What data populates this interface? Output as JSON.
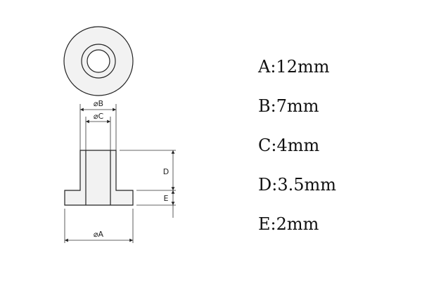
{
  "diagram": {
    "labels": {
      "dim_b": "⌀B",
      "dim_c": "⌀C",
      "dim_d": "D",
      "dim_e": "E",
      "dim_a": "⌀A"
    }
  },
  "specs": [
    {
      "text": "A:12mm"
    },
    {
      "text": "B:7mm"
    },
    {
      "text": "C:4mm"
    },
    {
      "text": "D:3.5mm"
    },
    {
      "text": "E:2mm"
    }
  ]
}
